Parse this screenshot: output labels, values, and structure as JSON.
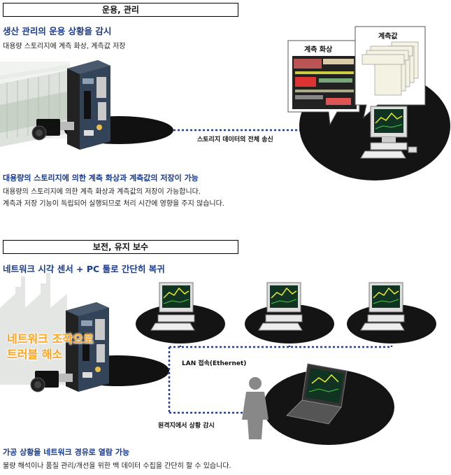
{
  "section1": {
    "title": "운용, 관리",
    "heading": "생산 관리의 운용 상황을 감시",
    "desc": "대용량 스토리지에 계측 화상, 계측값 저장",
    "bubble_images_label": "계측 화상",
    "bubble_values_label": "계측값",
    "link_label": "스토리지 데이터의 전체 송신",
    "sub_heading": "대용량의 스토리지에 의한 계측 화상과 계측값의 저장이 가능",
    "sub_body_1": "대용량의 스토리지에 의한 계측 화상과 계측값의 저장이 가능합니다.",
    "sub_body_2": "계측과 저장 기능이 독립되어 실행되므로 처리 시간에 영향을 주지 않습니다."
  },
  "section2": {
    "title": "보전, 유지 보수",
    "heading": "네트워크 시각 센서 + PC 툴로 간단히 복귀",
    "overlay_line1": "네트워크 조작으로",
    "overlay_line2": "트러블 해소",
    "lan_label": "LAN 접속(Ethernet)",
    "remote_label": "원격지에서 상황 감시",
    "sub_heading": "가공 상황을 네트워크 경유로 열람 가능",
    "sub_body": "불량 해석이나 품질 관리/개선을 위한 백 데이터 수집을 간단히 할 수 있습니다."
  },
  "colors": {
    "heading_blue": "#1a3a8c",
    "overlay_orange": "#ffa41a",
    "link_dots": "#2a3e8c"
  }
}
